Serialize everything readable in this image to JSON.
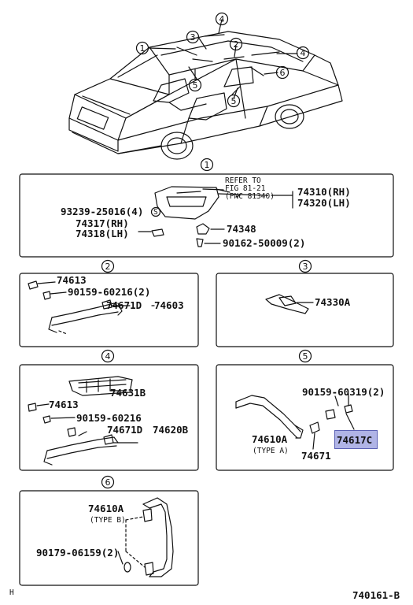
{
  "diagram": {
    "callouts": {
      "c1": "1",
      "c2": "2",
      "c3": "3",
      "c4": "4",
      "c5": "5",
      "c6": "6",
      "cS": "S"
    },
    "section1": {
      "refer_line1": "REFER TO",
      "refer_line2": "FIG 81-21",
      "refer_line3": "(PNC 81340)",
      "p74310": "74310(RH)",
      "p74320": "74320(LH)",
      "p93239": "93239-25016(4)",
      "p74317": "74317(RH)",
      "p74318": "74318(LH)",
      "p74348": "74348",
      "p90162": "90162-50009(2)"
    },
    "section2": {
      "p74613": "74613",
      "p90159": "90159-60216(2)",
      "p74671D": "74671D",
      "p74603": "74603"
    },
    "section3": {
      "p74330A": "74330A"
    },
    "section4": {
      "p74631B": "74631B",
      "p74613": "74613",
      "p90159": "90159-60216",
      "p74671D": "74671D",
      "p74620B": "74620B"
    },
    "section5": {
      "p90159": "90159-60319(2)",
      "p74610A": "74610A",
      "type_a": "(TYPE A)",
      "p74617C": "74617C",
      "p74671": "74671"
    },
    "section6": {
      "p74610A": "74610A",
      "type_b": "(TYPE B)",
      "p90179": "90179-06159(2)"
    },
    "footer": {
      "left_mark": "H",
      "figure_id": "740161-B"
    },
    "highlight_color": "#b0b4e6"
  }
}
